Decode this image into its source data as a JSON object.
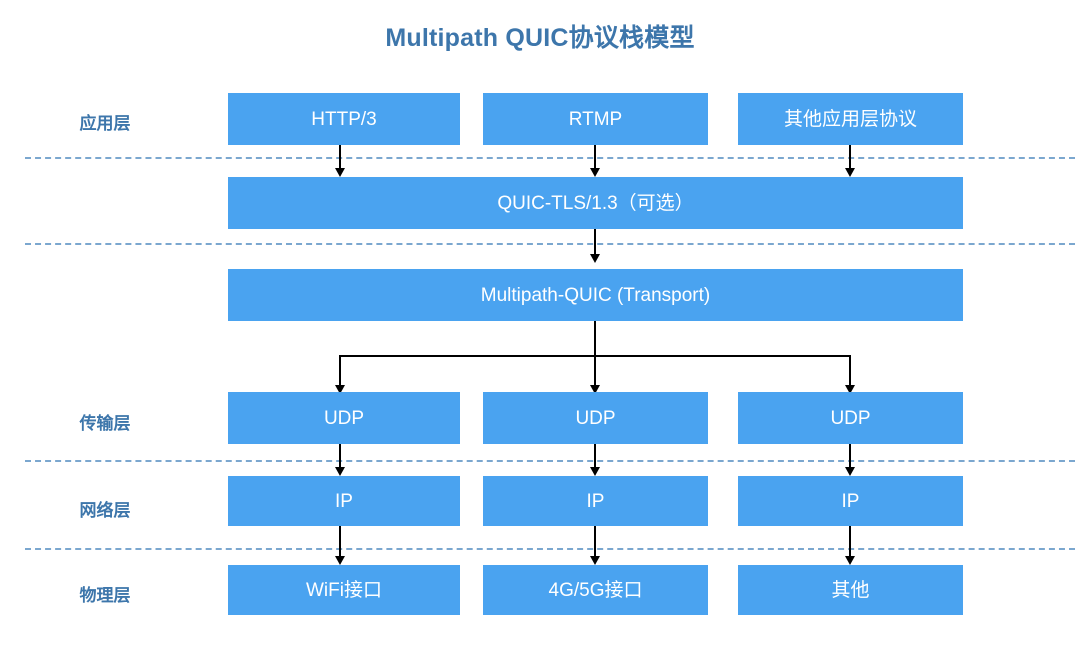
{
  "title": "Multipath QUIC协议栈模型",
  "colors": {
    "box_fill": "#4aa3f0",
    "box_text": "#ffffff",
    "title_text": "#3d76ab",
    "label_text": "#3d76ab",
    "divider": "#7ba7cf",
    "connector": "#000000",
    "background": "#ffffff"
  },
  "layer_labels": [
    {
      "name": "application-layer",
      "label": "应用层"
    },
    {
      "name": "transport-layer",
      "label": "传输层"
    },
    {
      "name": "network-layer",
      "label": "网络层"
    },
    {
      "name": "physical-layer",
      "label": "物理层"
    }
  ],
  "rows": {
    "application": [
      {
        "id": "http3",
        "label": "HTTP/3"
      },
      {
        "id": "rtmp",
        "label": "RTMP"
      },
      {
        "id": "other-app",
        "label": "其他应用层协议"
      }
    ],
    "security": {
      "id": "quic-tls",
      "label": "QUIC-TLS/1.3（可选）"
    },
    "transport_core": {
      "id": "multipath-quic",
      "label": "Multipath-QUIC (Transport)"
    },
    "udp": [
      {
        "id": "udp-1",
        "label": "UDP"
      },
      {
        "id": "udp-2",
        "label": "UDP"
      },
      {
        "id": "udp-3",
        "label": "UDP"
      }
    ],
    "ip": [
      {
        "id": "ip-1",
        "label": "IP"
      },
      {
        "id": "ip-2",
        "label": "IP"
      },
      {
        "id": "ip-3",
        "label": "IP"
      }
    ],
    "physical": [
      {
        "id": "wifi",
        "label": "WiFi接口"
      },
      {
        "id": "cell",
        "label": "4G/5G接口"
      },
      {
        "id": "other",
        "label": "其他"
      }
    ]
  }
}
